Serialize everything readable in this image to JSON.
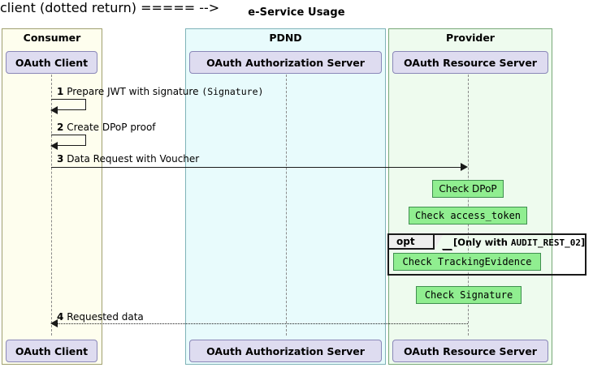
{
  "title": "e-Service Usage",
  "groups": [
    {
      "name": "Consumer",
      "label": "Consumer",
      "fill": "#FEFEEE",
      "border": "#A0A070"
    },
    {
      "name": "PDND",
      "label": "PDND",
      "fill": "#E8FBFC",
      "border": "#7FB3B8"
    },
    {
      "name": "Provider",
      "label": "Provider",
      "fill": "#EEFBEE",
      "border": "#77A877"
    }
  ],
  "participants": [
    {
      "id": "client",
      "label": "OAuth Client",
      "group": "Consumer"
    },
    {
      "id": "authz",
      "label": "OAuth Authorization Server",
      "group": "PDND"
    },
    {
      "id": "resource",
      "label": "OAuth Resource Server",
      "group": "Provider"
    }
  ],
  "messages": [
    {
      "num": "1",
      "text": "Prepare JWT with signature ",
      "mono": "(Signature)",
      "kind": "self",
      "from": "client",
      "to": "client"
    },
    {
      "num": "2",
      "text": "Create DPoP proof",
      "mono": "",
      "kind": "self",
      "from": "client",
      "to": "client"
    },
    {
      "num": "3",
      "text": "Data Request with Voucher",
      "mono": "",
      "kind": "solid",
      "from": "client",
      "to": "resource"
    },
    {
      "num": "4",
      "text": "Requested data",
      "mono": "",
      "kind": "dotted-return",
      "from": "resource",
      "to": "client"
    }
  ],
  "notes": [
    {
      "id": "note-check-dpop",
      "text": "Check DPoP",
      "font": "sans",
      "color": "#90EE90"
    },
    {
      "id": "note-check-access-token",
      "text": "Check access_token",
      "font": "mono",
      "color": "#90EE90"
    },
    {
      "id": "note-check-trackingevidence",
      "text": "Check TrackingEvidence",
      "font": "mono",
      "color": "#90EE90"
    },
    {
      "id": "note-check-signature",
      "text": "Check Signature",
      "font": "mono",
      "color": "#90EE90"
    }
  ],
  "fragment": {
    "operator": "opt",
    "guard_prefix": "[Only with ",
    "guard_mono": "AUDIT_REST_02",
    "guard_suffix": "]"
  },
  "colors": {
    "participant_fill": "#DEDCF0",
    "participant_border": "#8A87B8",
    "note_fill": "#90EE90",
    "note_border": "#3F8F4F",
    "line": "#1A1A1A"
  }
}
